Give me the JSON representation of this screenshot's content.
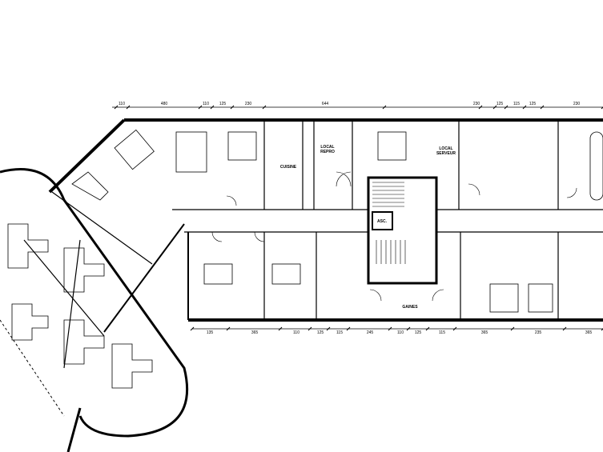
{
  "plan": {
    "top_dimensions": [
      "110",
      "480",
      "110",
      "125",
      "230",
      "644",
      "230",
      "125",
      "115",
      "125",
      "230"
    ],
    "bottom_dimensions": [
      "135",
      "365",
      "110",
      "125",
      "115",
      "245",
      "110",
      "125",
      "115",
      "365",
      "235",
      "365"
    ],
    "rooms": {
      "cuisine": "CUISINE",
      "local_repro_1": "LOCAL",
      "local_repro_2": "REPRO",
      "local_serveur_1": "LOCAL",
      "local_serveur_2": "SERVEUR",
      "elevator": "ASC.",
      "shafts": "GAINES"
    }
  }
}
